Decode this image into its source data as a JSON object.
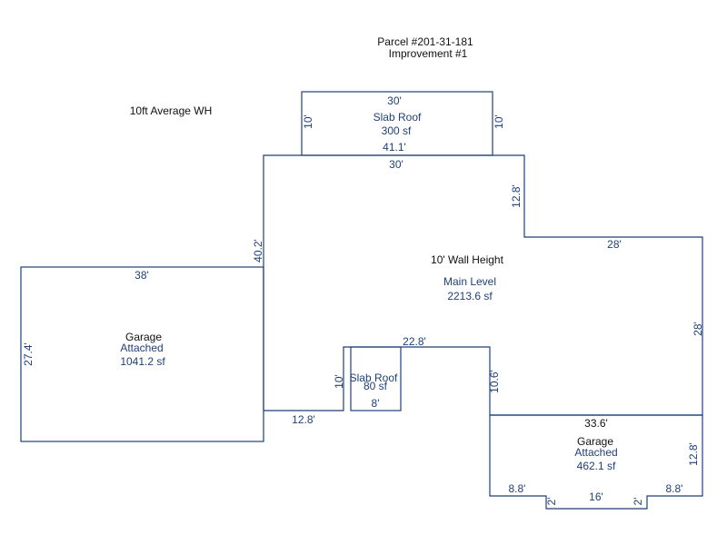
{
  "header": {
    "parcel": "Parcel #201-31-181",
    "improvement": "Improvement #1"
  },
  "notes": {
    "average_wall_height": "10ft Average WH"
  },
  "areas": {
    "slab_roof_top": {
      "name": "Slab Roof",
      "area": "300 sf"
    },
    "main_level": {
      "wall_height": "10' Wall Height",
      "name": "Main Level",
      "area": "2213.6 sf"
    },
    "garage_left": {
      "name": "Garage",
      "type": "Attached",
      "area": "1041.2 sf"
    },
    "slab_roof_small": {
      "name": "Slab Roof",
      "area": "80 sf"
    },
    "garage_right": {
      "name": "Garage",
      "type": "Attached",
      "area": "462.1 sf"
    }
  },
  "dimensions": {
    "slab_top": "30'",
    "slab_left": "10'",
    "slab_right": "10'",
    "slab_bottom": "41.1'",
    "main_top": "30'",
    "main_step": "12.8'",
    "main_right_top": "28'",
    "main_right": "28'",
    "main_left": "40.2'",
    "garage_left_top": "38'",
    "garage_left_side": "27.4'",
    "main_bottom_left": "12.8'",
    "small_slab_side": "10'",
    "small_slab_bottom": "8'",
    "notch_top": "22.8'",
    "notch_right": "10.6'",
    "garage_right_top": "33.6'",
    "garage_right_side": "12.8'",
    "garage_right_bottom_left": "8.8'",
    "garage_right_bottom_right": "8.8'",
    "bump_left": "2'",
    "bump_right": "2'",
    "bump_bottom": "16'"
  },
  "colors": {
    "outline": "#1f3f78",
    "text_dark": "#111111"
  }
}
